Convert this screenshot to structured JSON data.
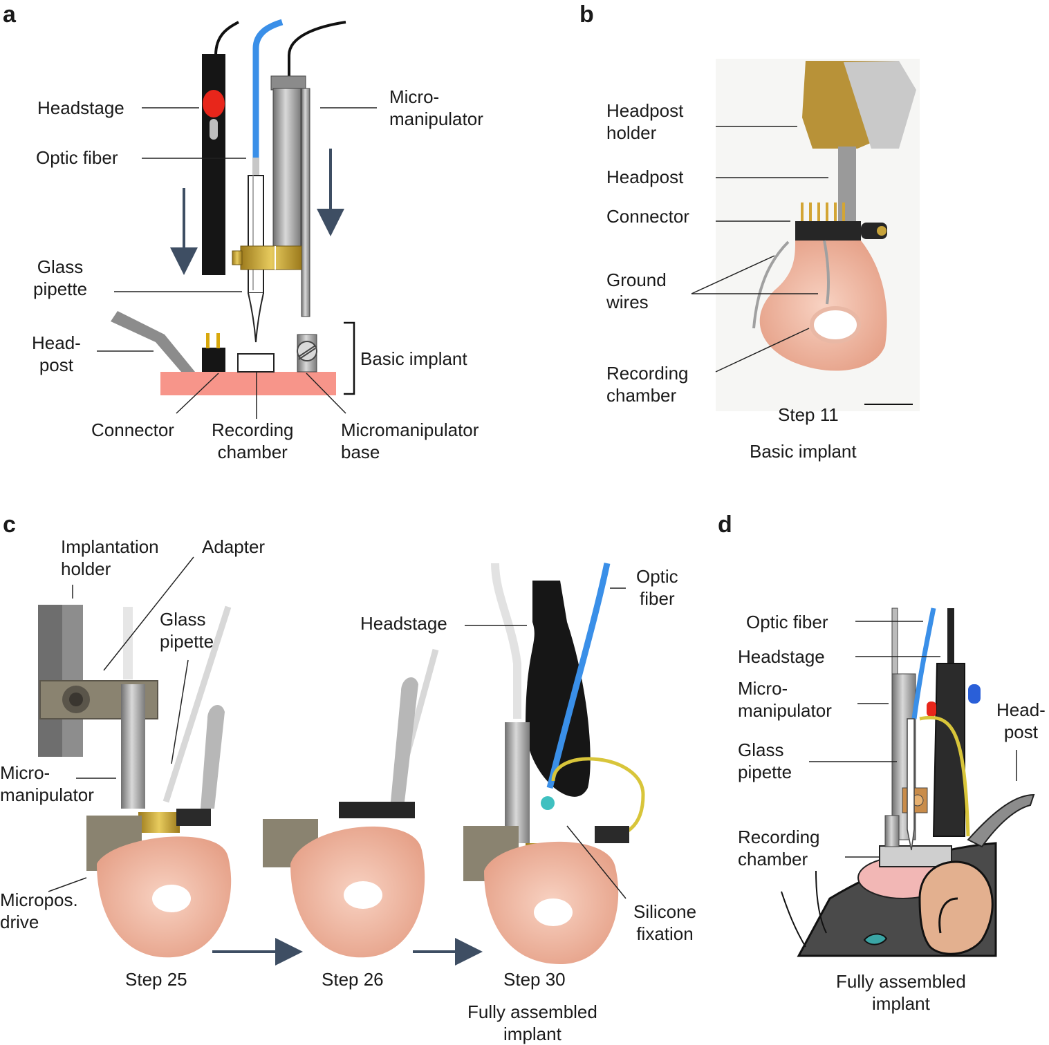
{
  "colors": {
    "line": "#222222",
    "arrow": "#3e4e63",
    "implant": "#f7958a",
    "fiber": "#3a8fe8",
    "brass": "#c8a43a",
    "led_red": "#e8261b",
    "led_blue": "#2a5fd8",
    "acrylic": "#efb7a3"
  },
  "panel_a": {
    "letter": "a",
    "headstage": "Headstage",
    "optic_fiber": "Optic fiber",
    "micromanipulator": "Micro-\nmanipulator",
    "glass_pipette": "Glass\npipette",
    "headpost": "Head-\npost",
    "basic_implant": "Basic implant",
    "connector": "Connector",
    "recording_chamber": "Recording\nchamber",
    "micromanipulator_base": "Micromanipulator\nbase"
  },
  "panel_b": {
    "letter": "b",
    "headpost_holder": "Headpost\nholder",
    "headpost": "Headpost",
    "connector": "Connector",
    "ground_wires": "Ground\nwires",
    "recording_chamber": "Recording\nchamber",
    "step": "Step 11",
    "caption": "Basic implant"
  },
  "panel_c": {
    "letter": "c",
    "implantation_holder": "Implantation\nholder",
    "adapter": "Adapter",
    "glass_pipette": "Glass\npipette",
    "micromanipulator": "Micro-\nmanipulator",
    "micropos_drive": "Micropos.\ndrive",
    "headstage": "Headstage",
    "optic_fiber": "Optic\nfiber",
    "silicone_fixation": "Silicone\nfixation",
    "step1": "Step 25",
    "step2": "Step 26",
    "step3": "Step 30",
    "caption": "Fully assembled\nimplant"
  },
  "panel_d": {
    "letter": "d",
    "optic_fiber": "Optic fiber",
    "headstage": "Headstage",
    "micromanipulator": "Micro-\nmanipulator",
    "glass_pipette": "Glass\npipette",
    "recording_chamber": "Recording\nchamber",
    "headpost": "Head-\npost",
    "caption": "Fully assembled\nimplant"
  }
}
